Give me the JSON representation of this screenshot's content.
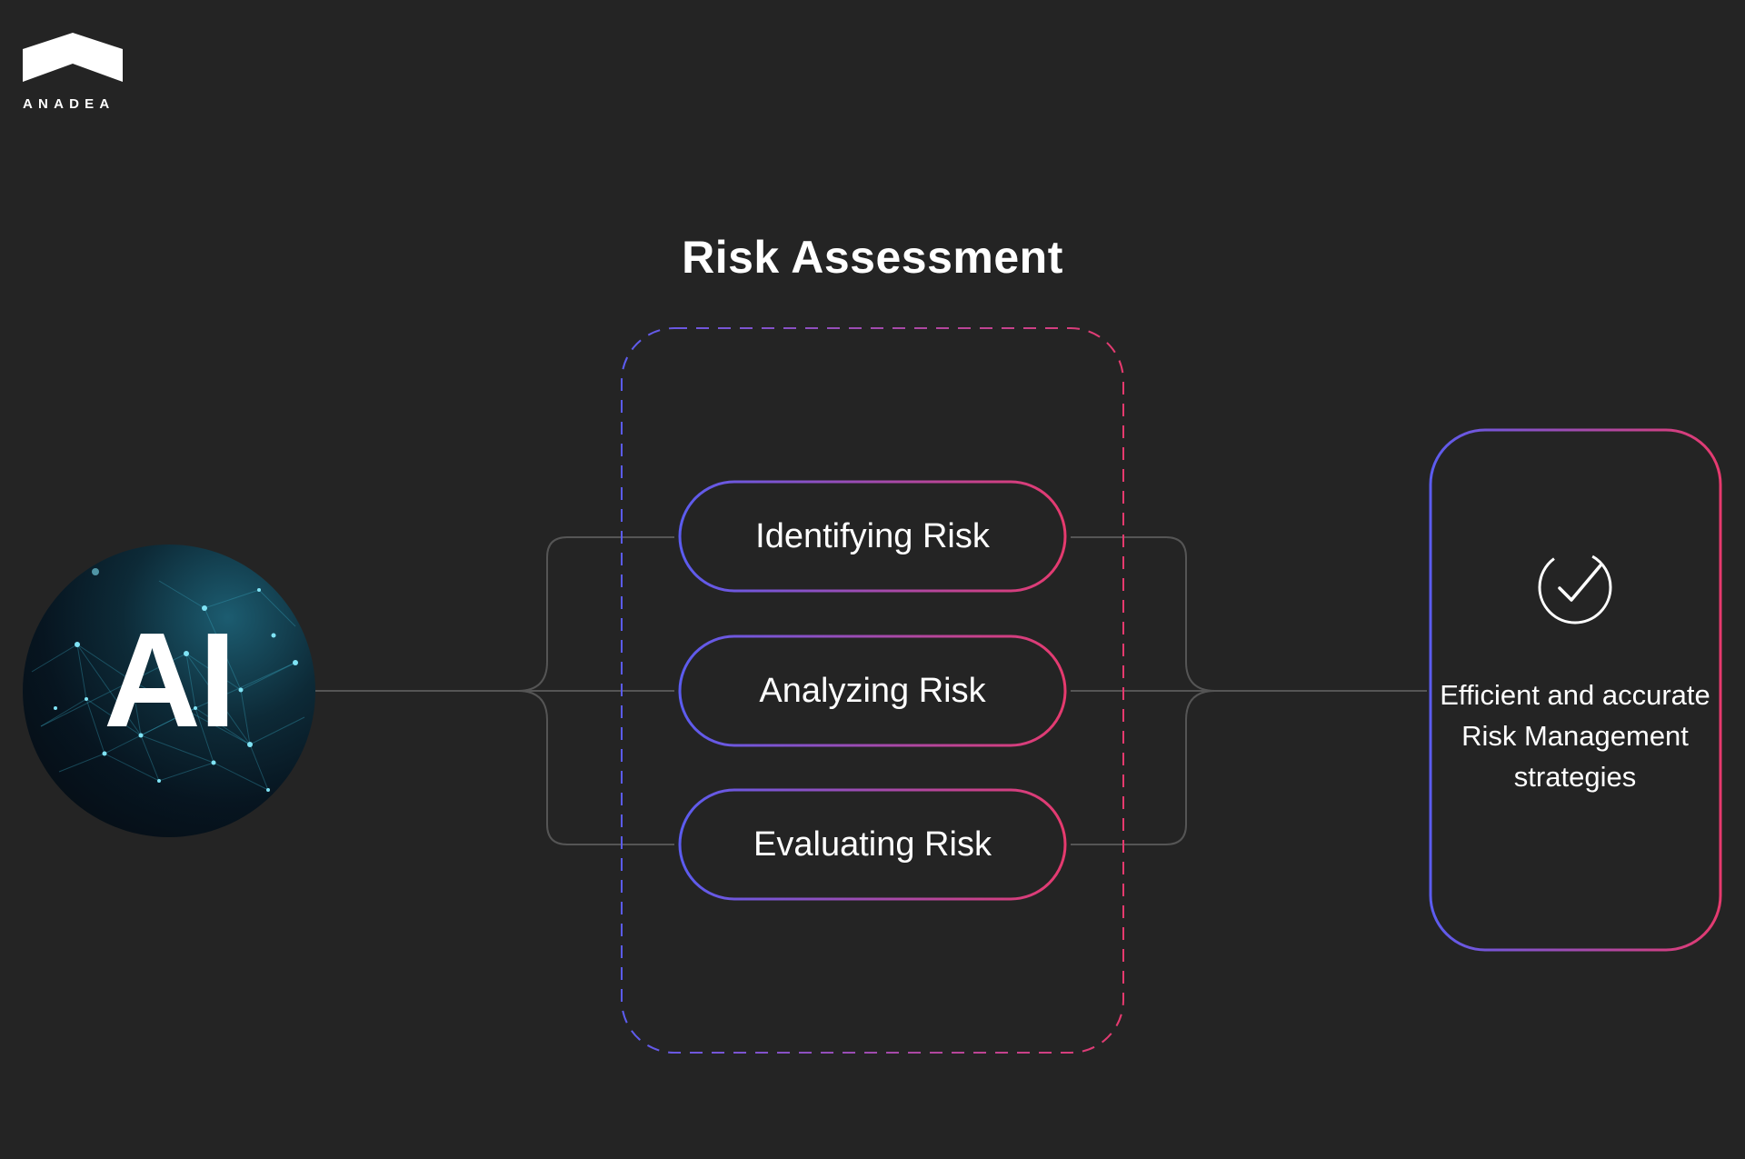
{
  "brand": {
    "name": "ANADEA",
    "logo_icon": "anadea-roof-logo"
  },
  "title": "Risk Assessment",
  "source": {
    "label": "AI",
    "icon": "neural-network-background"
  },
  "steps": [
    {
      "label": "Identifying Risk"
    },
    {
      "label": "Analyzing Risk"
    },
    {
      "label": "Evaluating Risk"
    }
  ],
  "outcome": {
    "icon": "check-circle-icon",
    "text": "Efficient and accurate Risk Management strategies"
  },
  "colors": {
    "background": "#242424",
    "gradient_start": "#5b5cf0",
    "gradient_end": "#e63a6e",
    "connector": "#555555",
    "text": "#ffffff"
  }
}
